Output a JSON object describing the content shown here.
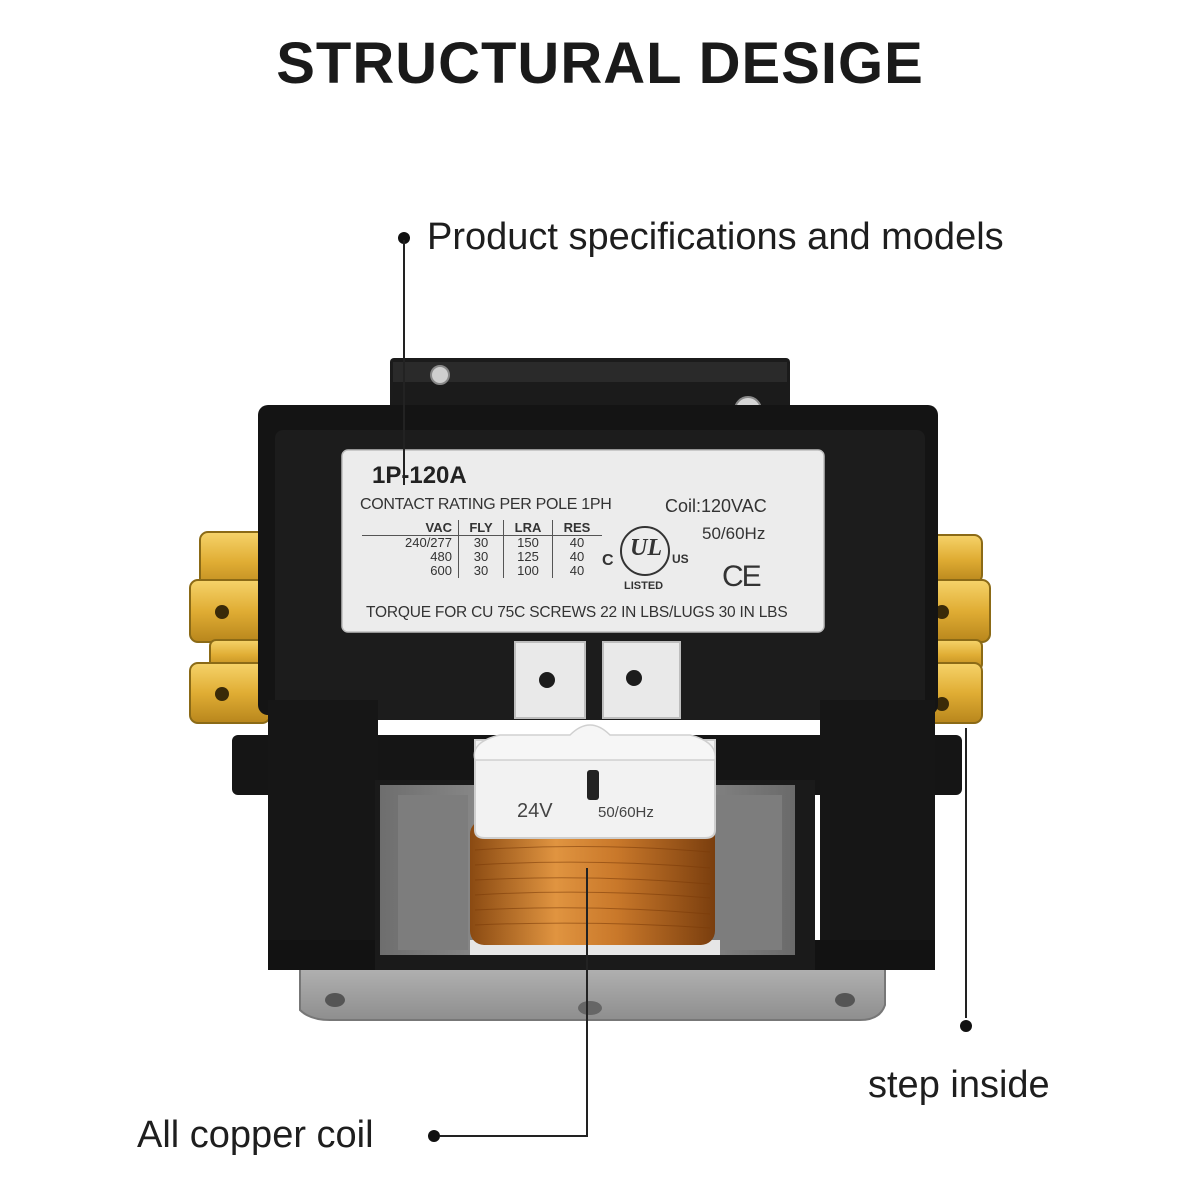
{
  "heading": "STRUCTURAL DESIGE",
  "callouts": {
    "spec": "Product specifications and models",
    "step": "step inside",
    "coil": "All copper coil"
  },
  "label_plate": {
    "model": "1P-120A",
    "rating_title": "CONTACT RATING PER POLE 1PH",
    "coil_text": "Coil:120VAC",
    "freq_text": "50/60Hz",
    "columns": [
      "VAC",
      "FLY",
      "LRA",
      "RES"
    ],
    "rows": [
      [
        "240/277",
        "30",
        "150",
        "40"
      ],
      [
        "480",
        "30",
        "125",
        "40"
      ],
      [
        "600",
        "30",
        "100",
        "40"
      ]
    ],
    "torque_text": "TORQUE FOR CU 75C SCREWS 22 IN LBS/LUGS 30 IN LBS",
    "ul_mark": "UL",
    "ul_c": "C",
    "ul_us": "US",
    "ul_listed": "LISTED",
    "ce_mark": "CE"
  },
  "coil_label": {
    "voltage": "24V",
    "freq": "50/60Hz"
  },
  "colors": {
    "body": "#141414",
    "terminal_gold": "#e3b53a",
    "coil_copper": "#c8782a",
    "plate": "#ececec",
    "frame_gray": "#8c8c8c"
  }
}
